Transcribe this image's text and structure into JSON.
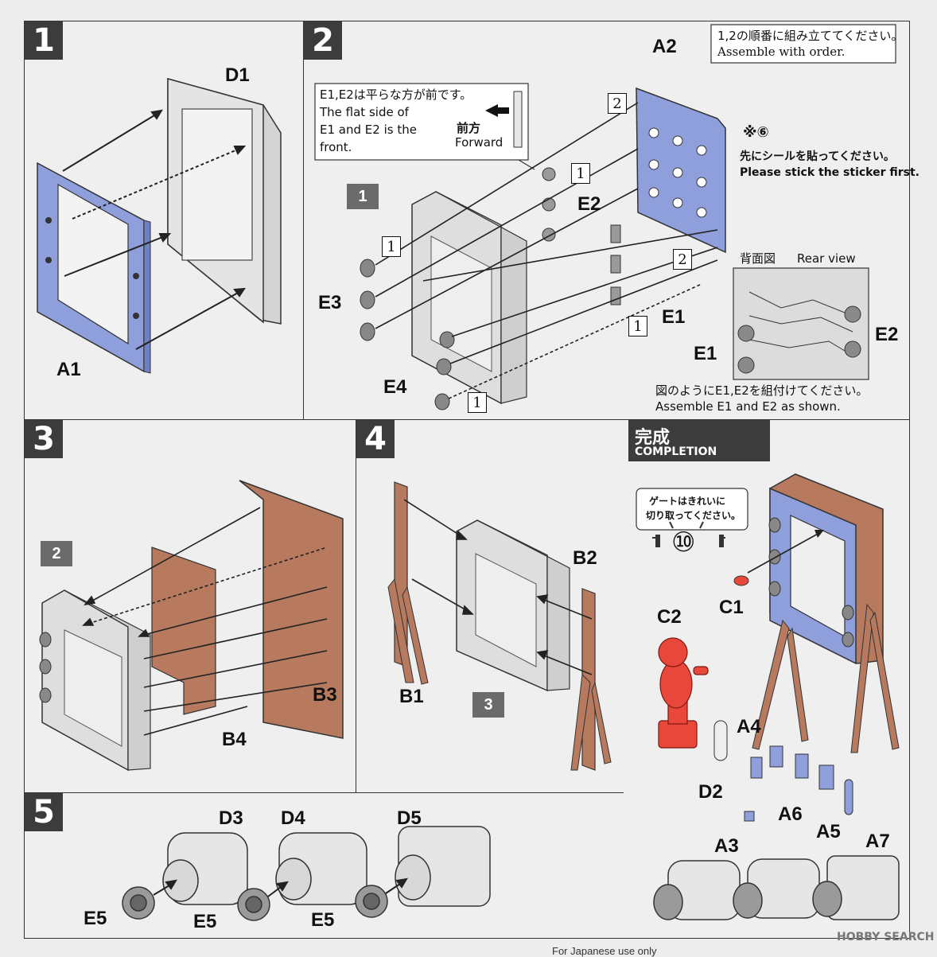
{
  "steps": [
    {
      "number": "1"
    },
    {
      "number": "2"
    },
    {
      "number": "3"
    },
    {
      "number": "4"
    },
    {
      "number": "5"
    }
  ],
  "step1": {
    "labels": {
      "d1": "D1",
      "a1": "A1"
    }
  },
  "step2": {
    "order_note": {
      "jp": "1,2の順番に組み立ててください。",
      "en": "Assemble with order."
    },
    "flat_note": {
      "jp": "E1,E2は平らな方が前です。",
      "en_line1": "The flat side of",
      "en_line2": "E1 and E2 is the",
      "en_line3": "front.",
      "forward_jp": "前方",
      "forward_en": "Forward"
    },
    "sticker_note": {
      "ref": "※⑥",
      "jp": "先にシールを貼ってください。",
      "en": "Please stick the sticker first."
    },
    "rear_view": {
      "jp": "背面図",
      "en": "Rear view"
    },
    "assemble_note": {
      "jp": "図のようにE1,E2を組付けてください。",
      "en": "Assemble E1 and E2 as shown."
    },
    "subassembly_ref": "1",
    "order_marks": {
      "one": "1",
      "two": "2"
    },
    "labels": {
      "a2": "A2",
      "e1": "E1",
      "e2": "E2",
      "e3": "E3",
      "e4": "E4",
      "e1_rear": "E1",
      "e2_rear": "E2"
    }
  },
  "step3": {
    "subassembly_ref": "2",
    "labels": {
      "b3": "B3",
      "b4": "B4"
    }
  },
  "step4": {
    "subassembly_ref": "3",
    "labels": {
      "b1": "B1",
      "b2": "B2"
    }
  },
  "step5": {
    "labels": {
      "d3": "D3",
      "d4": "D4",
      "d5": "D5",
      "e5a": "E5",
      "e5b": "E5",
      "e5c": "E5"
    }
  },
  "completion": {
    "title_jp": "完成",
    "title_en": "COMPLETION",
    "gate_note_line1": "ゲートはきれいに",
    "gate_note_line2": "切り取ってください。",
    "gate_ref": "⑩",
    "labels": {
      "c1": "C1",
      "c2": "C2",
      "d2": "D2",
      "a3": "A3",
      "a4": "A4",
      "a5": "A5",
      "a6": "A6",
      "a7": "A7"
    }
  },
  "watermark": "HOBBY SEARCH",
  "footer": "For Japanese use only",
  "colors": {
    "blue_part": "#8e9fdc",
    "brown_part": "#b77a5e",
    "red_part": "#e8473a",
    "grey_part": "#dcdcdc",
    "panel_border": "#333333"
  }
}
